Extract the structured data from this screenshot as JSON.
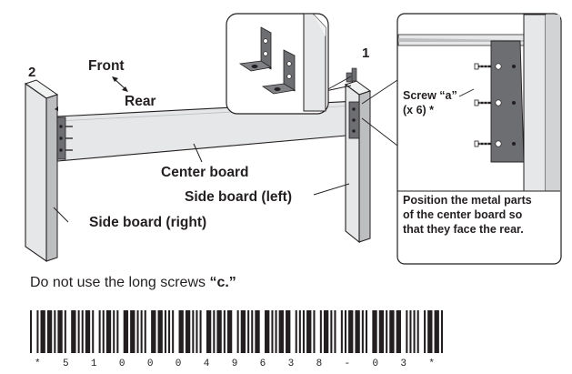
{
  "figure": {
    "label_front": "Front",
    "label_rear": "Rear",
    "label_center_board": "Center board",
    "label_side_left": "Side board (left)",
    "label_side_right": "Side board (right)",
    "step_1": "1",
    "step_2": "2",
    "screw_label_line1": "Screw “a”",
    "screw_label_line2": "(x 6) *",
    "instruction_lines": [
      "Position the metal parts",
      "of the center board so",
      "that they face the rear."
    ]
  },
  "note": {
    "prefix": "Do not use the long screws ",
    "emphasis": "“c.”"
  },
  "barcode": {
    "human_readable": "*  5  1  0  0  0  4  9  6  3  8  -  0  3  *",
    "value": "*5100049638-03*"
  },
  "colors": {
    "ink": "#231f20",
    "board_fill": "#e6e7e8",
    "board_edge": "#d1d3d4",
    "bracket_fill": "#6d6e71"
  }
}
